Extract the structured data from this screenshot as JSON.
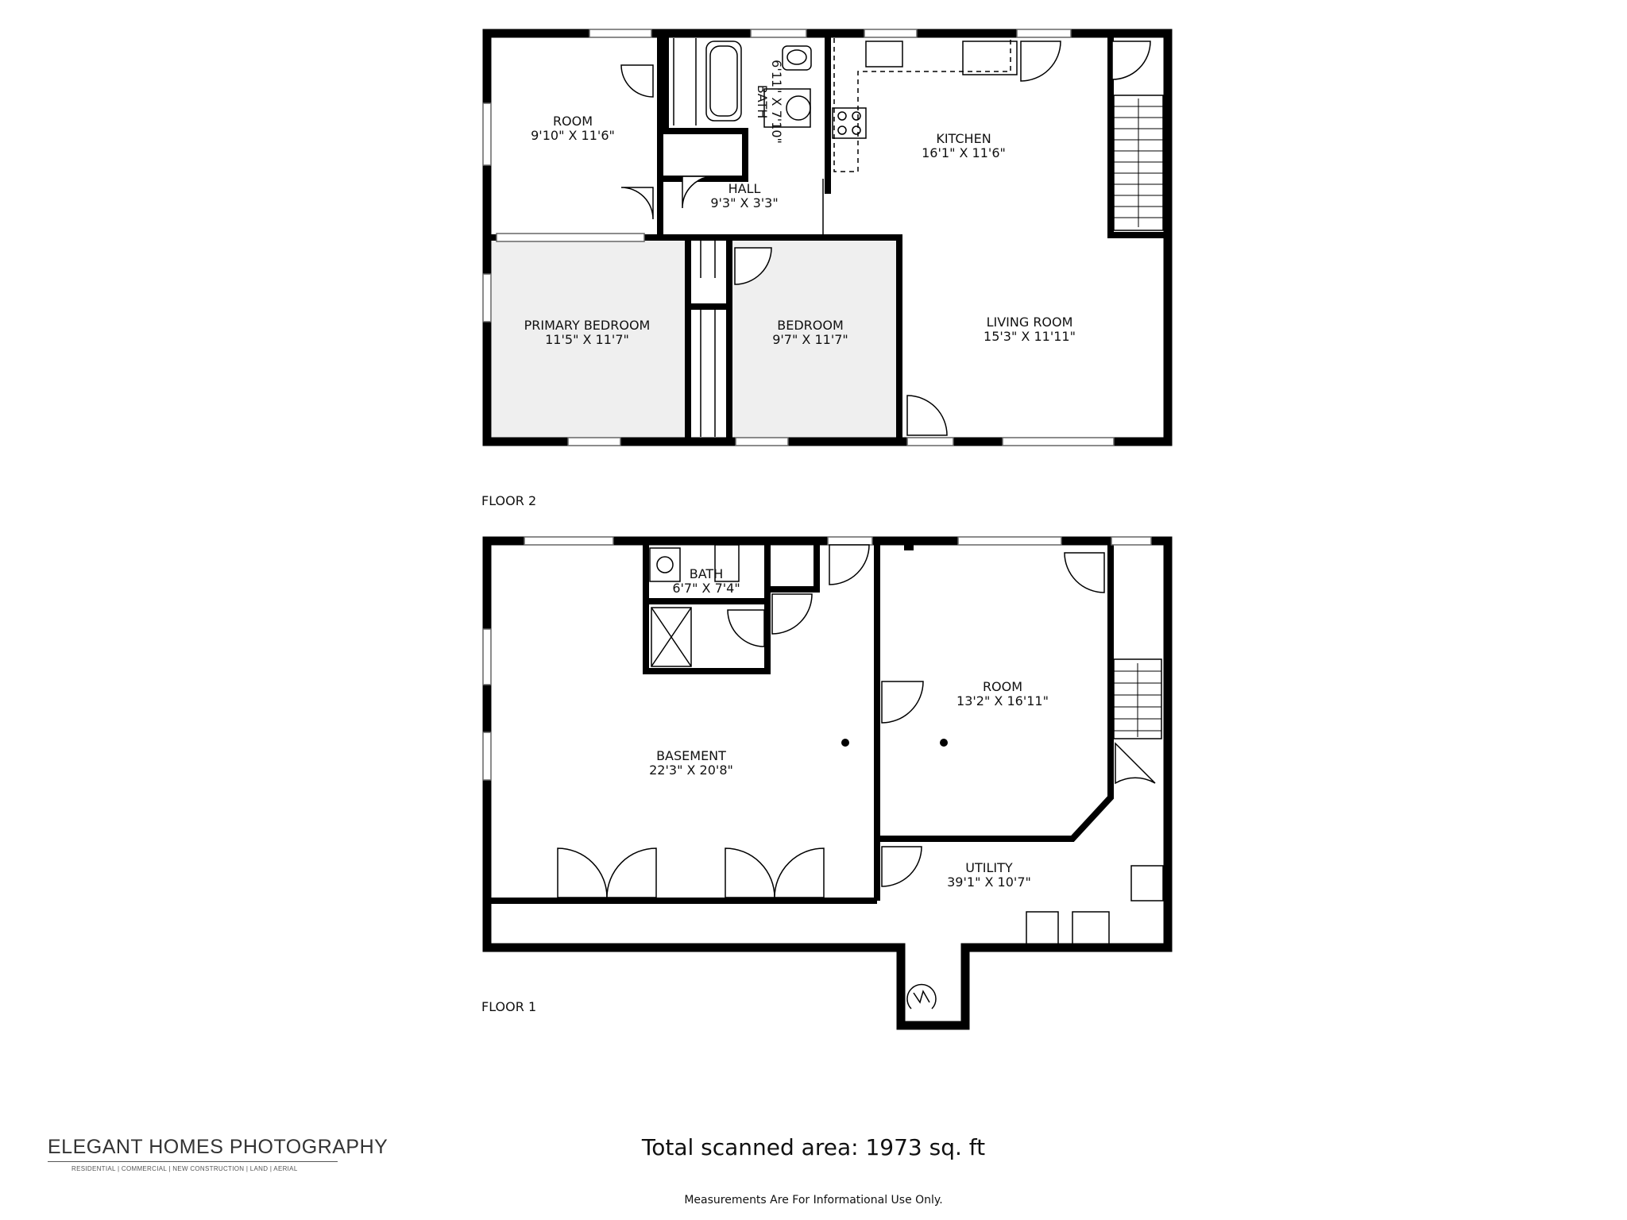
{
  "floors": [
    {
      "label": "FLOOR 2",
      "rooms": [
        {
          "name": "ROOM",
          "dims": "9'10\" X 11'6\""
        },
        {
          "name": "BATH",
          "dims": "6'11\" X 7'10\""
        },
        {
          "name": "KITCHEN",
          "dims": "16'1\" X 11'6\""
        },
        {
          "name": "HALL",
          "dims": "9'3\" X 3'3\""
        },
        {
          "name": "PRIMARY BEDROOM",
          "dims": "11'5\" X 11'7\""
        },
        {
          "name": "BEDROOM",
          "dims": "9'7\" X 11'7\""
        },
        {
          "name": "LIVING ROOM",
          "dims": "15'3\" X 11'11\""
        }
      ]
    },
    {
      "label": "FLOOR 1",
      "rooms": [
        {
          "name": "BATH",
          "dims": "6'7\" X 7'4\""
        },
        {
          "name": "ROOM",
          "dims": "13'2\" X 16'11\""
        },
        {
          "name": "BASEMENT",
          "dims": "22'3\" X 20'8\""
        },
        {
          "name": "UTILITY",
          "dims": "39'1\" X 10'7\""
        }
      ]
    }
  ],
  "footer": {
    "total_area": "Total scanned area: 1973 sq. ft",
    "disclaimer": "Measurements Are For Informational Use Only."
  },
  "logo": {
    "name": "ELEGANT HOMES PHOTOGRAPHY",
    "services": "RESIDENTIAL | COMMERCIAL | NEW CONSTRUCTION | LAND | AERIAL"
  }
}
